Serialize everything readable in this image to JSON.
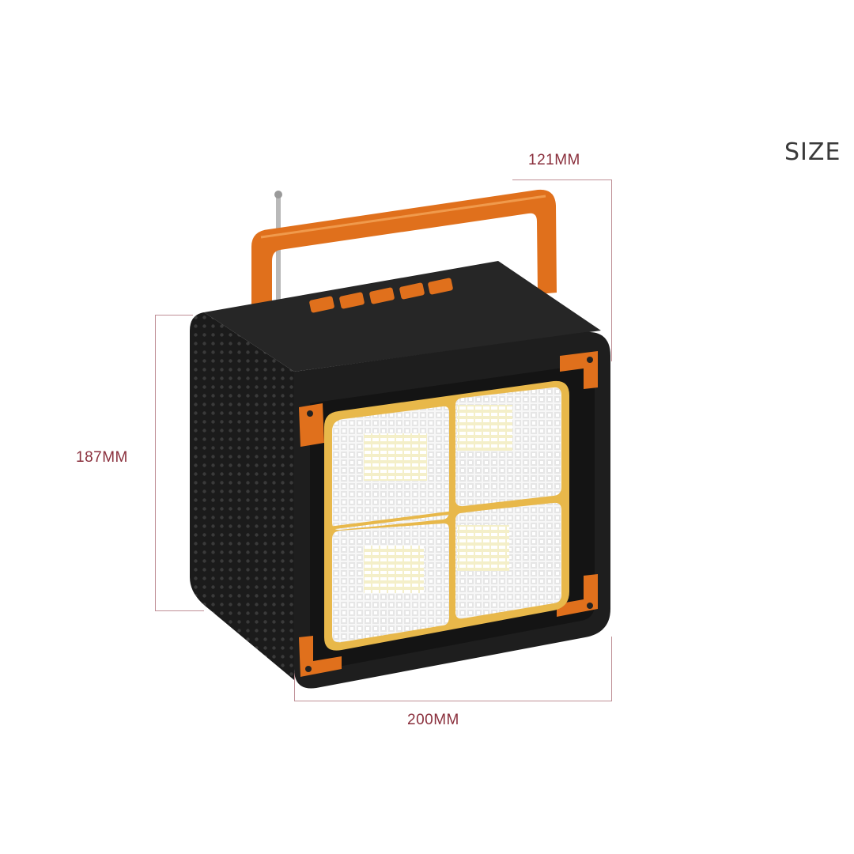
{
  "heading": "SIZE",
  "dimensions": {
    "depth": "121MM",
    "height": "187MM",
    "width": "200MM"
  },
  "colors": {
    "accent": "#e0701c",
    "body": "#1e1e1e",
    "led_frame": "#e8b84a",
    "dimension_text": "#8a2f3c",
    "dimension_line": "#bf8f96"
  },
  "icons": {
    "product": "portable-solar-work-light-icon"
  }
}
